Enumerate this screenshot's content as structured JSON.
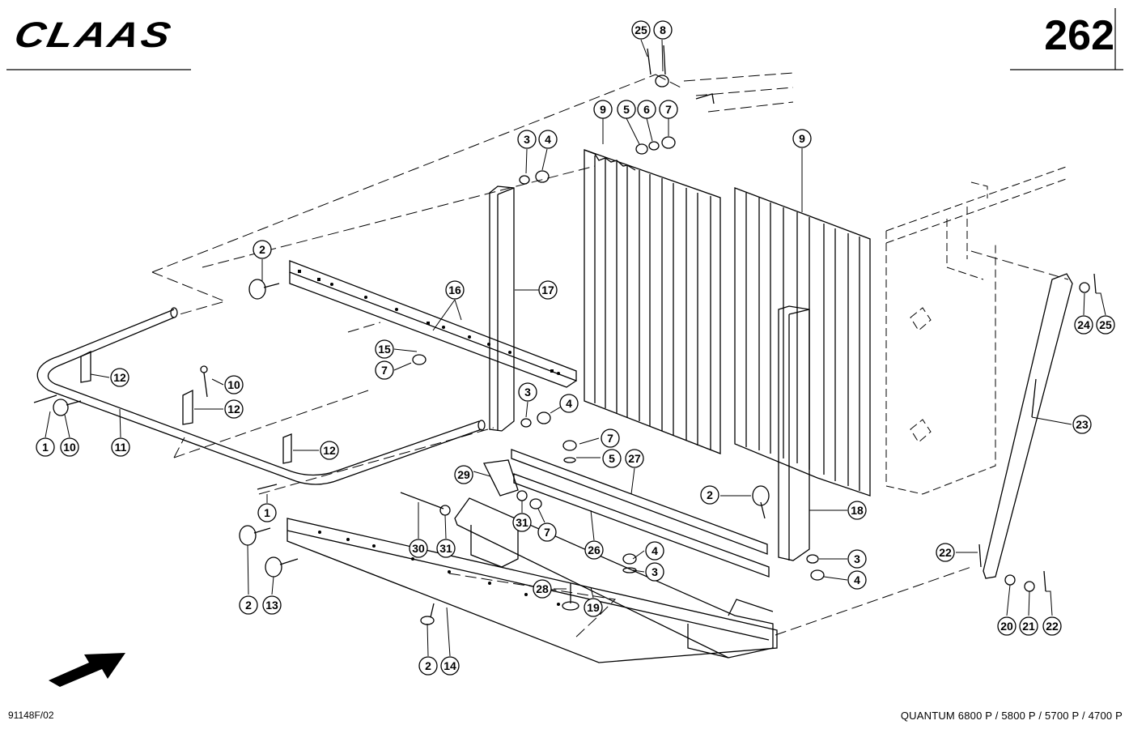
{
  "header": {
    "brand": "CLAAS",
    "page_number": "262"
  },
  "footer": {
    "drawing_ref": "91148F/02",
    "models": "QUANTUM 6800 P / 5800 P / 5700 P / 4700 P"
  },
  "callouts": [
    {
      "label": "25"
    },
    {
      "label": "8"
    },
    {
      "label": "9"
    },
    {
      "label": "5"
    },
    {
      "label": "6"
    },
    {
      "label": "7"
    },
    {
      "label": "3"
    },
    {
      "label": "4"
    },
    {
      "label": "9"
    },
    {
      "label": "2"
    },
    {
      "label": "16"
    },
    {
      "label": "17"
    },
    {
      "label": "15"
    },
    {
      "label": "7"
    },
    {
      "label": "12"
    },
    {
      "label": "10"
    },
    {
      "label": "12"
    },
    {
      "label": "3"
    },
    {
      "label": "4"
    },
    {
      "label": "1"
    },
    {
      "label": "10"
    },
    {
      "label": "11"
    },
    {
      "label": "12"
    },
    {
      "label": "7"
    },
    {
      "label": "5"
    },
    {
      "label": "27"
    },
    {
      "label": "29"
    },
    {
      "label": "1"
    },
    {
      "label": "31"
    },
    {
      "label": "7"
    },
    {
      "label": "30"
    },
    {
      "label": "31"
    },
    {
      "label": "26"
    },
    {
      "label": "4"
    },
    {
      "label": "3"
    },
    {
      "label": "28"
    },
    {
      "label": "19"
    },
    {
      "label": "2"
    },
    {
      "label": "13"
    },
    {
      "label": "2"
    },
    {
      "label": "14"
    },
    {
      "label": "2"
    },
    {
      "label": "18"
    },
    {
      "label": "3"
    },
    {
      "label": "4"
    },
    {
      "label": "24"
    },
    {
      "label": "25"
    },
    {
      "label": "23"
    },
    {
      "label": "22"
    },
    {
      "label": "20"
    },
    {
      "label": "21"
    },
    {
      "label": "22"
    }
  ]
}
